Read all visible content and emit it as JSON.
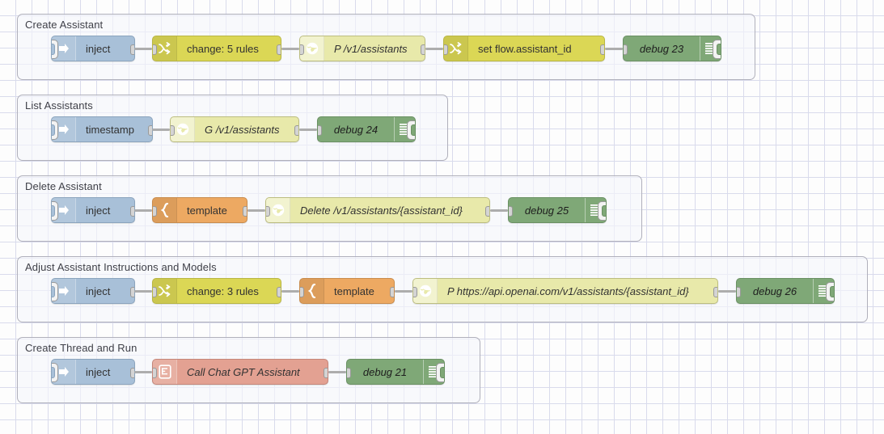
{
  "canvas": {
    "background": "#fdfdfd",
    "grid_color": "#d9dbec",
    "grid_size": 20
  },
  "palette": {
    "inject": "#a8c0d8",
    "change": "#dbd755",
    "http_request": "#e8e9aa",
    "template": "#eda962",
    "debug": "#7fa877",
    "function": "#e3a192",
    "group_border": "#b0b0bb",
    "group_fill": "#f6f7fc"
  },
  "groups": [
    {
      "title": "Create Assistant",
      "nodes": [
        {
          "type": "inject",
          "label": "inject",
          "icon": "inject-arrow-icon"
        },
        {
          "type": "change",
          "label": "change: 5 rules",
          "icon": "change-shuffle-icon"
        },
        {
          "type": "http",
          "label": "P /v1/assistants",
          "icon": "globe-icon"
        },
        {
          "type": "change",
          "label": "set flow.assistant_id",
          "icon": "change-shuffle-icon"
        },
        {
          "type": "debug",
          "label": "debug 23",
          "icon": "debug-lines-icon"
        }
      ]
    },
    {
      "title": "List Assistants",
      "nodes": [
        {
          "type": "inject",
          "label": "timestamp",
          "icon": "inject-arrow-icon"
        },
        {
          "type": "http",
          "label": "G /v1/assistants",
          "icon": "globe-icon"
        },
        {
          "type": "debug",
          "label": "debug 24",
          "icon": "debug-lines-icon"
        }
      ]
    },
    {
      "title": "Delete Assistant",
      "nodes": [
        {
          "type": "inject",
          "label": "inject",
          "icon": "inject-arrow-icon"
        },
        {
          "type": "template",
          "label": "template",
          "icon": "template-brace-icon"
        },
        {
          "type": "http",
          "label": "Delete /v1/assistants/{assistant_id}",
          "icon": "globe-icon"
        },
        {
          "type": "debug",
          "label": "debug 25",
          "icon": "debug-lines-icon"
        }
      ]
    },
    {
      "title": "Adjust Assistant Instructions and Models",
      "nodes": [
        {
          "type": "inject",
          "label": "inject",
          "icon": "inject-arrow-icon"
        },
        {
          "type": "change",
          "label": "change: 3 rules",
          "icon": "change-shuffle-icon"
        },
        {
          "type": "template",
          "label": "template",
          "icon": "template-brace-icon"
        },
        {
          "type": "http",
          "label": "P https://api.openai.com/v1/assistants/{assistant_id}",
          "icon": "globe-icon"
        },
        {
          "type": "debug",
          "label": "debug 26",
          "icon": "debug-lines-icon"
        }
      ]
    },
    {
      "title": "Create Thread and Run",
      "nodes": [
        {
          "type": "inject",
          "label": "inject",
          "icon": "inject-arrow-icon"
        },
        {
          "type": "function",
          "label": "Call Chat GPT Assistant",
          "icon": "function-icon"
        },
        {
          "type": "debug",
          "label": "debug 21",
          "icon": "debug-lines-icon"
        }
      ]
    }
  ]
}
